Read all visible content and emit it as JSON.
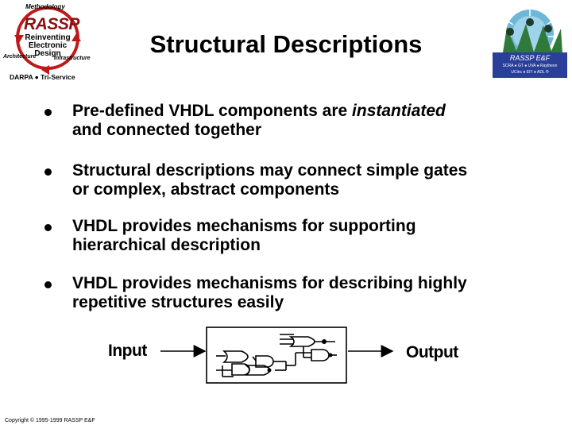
{
  "logo_left": {
    "methodology": "Methodology",
    "rassp": "RASSP",
    "line1": "Reinventing",
    "line2": "Electronic",
    "line3": "Design",
    "architecture": "Architecture",
    "infrastructure": "Infrastructure",
    "darpa": "DARPA ● Tri-Service"
  },
  "title": "Structural Descriptions",
  "logo_right": {
    "caption": "RASSP E&F",
    "sub1": "SCRA ● GT ● UVA ● Raytheon",
    "sub2": "UCinc ● EIT ● ADL ®"
  },
  "bullets": [
    {
      "line1_pre": "Pre-defined VHDL components are ",
      "line1_em": "instantiated",
      "line2": "and connected together"
    },
    {
      "line1": "Structural descriptions may connect simple gates",
      "line2": "or complex, abstract components"
    },
    {
      "line1": "VHDL provides mechanisms for supporting",
      "line2": "hierarchical description"
    },
    {
      "line1": "VHDL provides mechanisms for describing highly",
      "line2": "repetitive structures easily"
    }
  ],
  "diagram": {
    "input_label": "Input",
    "output_label": "Output"
  },
  "footer": {
    "copyright": "Copyright © 1995-1999 RASSP E&F"
  },
  "colors": {
    "rassp_red": "#8b1010",
    "logo_right_bg": "#2f7a3a",
    "logo_right_blue": "#2a3f9a"
  }
}
